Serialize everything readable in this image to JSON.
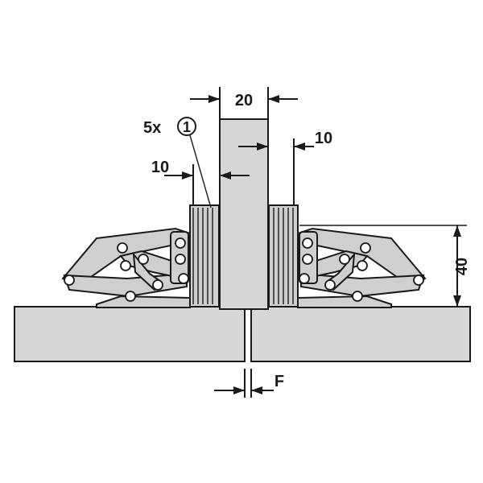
{
  "labels": {
    "width_top": "20",
    "count": "5x",
    "item_number": "1",
    "offset_left": "10",
    "offset_right": "10",
    "height": "40",
    "gap": "F"
  },
  "colors": {
    "line": "#1a1a1a",
    "panel_fill": "#d6d6d6",
    "metal_fill": "#cfcfcf"
  }
}
